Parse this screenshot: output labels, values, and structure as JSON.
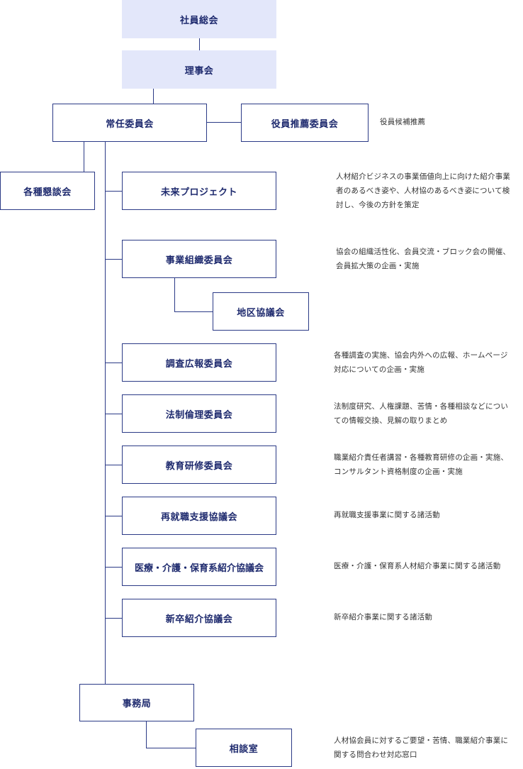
{
  "nodes": {
    "general_meeting": "社員総会",
    "board": "理事会",
    "standing_committee": "常任委員会",
    "nomination_committee": "役員推薦委員会",
    "round_tables": "各種懇談会",
    "future_project": "未来プロジェクト",
    "business_org": "事業組織委員会",
    "district_council": "地区協議会",
    "research_pr": "調査広報委員会",
    "law_ethics": "法制倫理委員会",
    "education": "教育研修委員会",
    "reemployment": "再就職支援協議会",
    "medical_care": "医療・介護・保育系紹介協議会",
    "new_grad": "新卒紹介協議会",
    "secretariat": "事務局",
    "consultation": "相談室"
  },
  "descriptions": {
    "nomination_committee": "役員候補推薦",
    "future_project": "人材紹介ビジネスの事業価値向上に向けた紹介事業\n者のあるべき姿や、人材協のあるべき姿について検\n討し、今後の方針を策定",
    "business_org": "協会の組織活性化、会員交流・ブロック会の開催、\n会員拡大策の企画・実施",
    "research_pr": "各種調査の実施、協会内外への広報、ホームページ\n対応についての企画・実施",
    "law_ethics": "法制度研究、人権課題、苦情・各種相談などについ\nての情報交換、見解の取りまとめ",
    "education": "職業紹介責任者講習・各種教育研修の企画・実施、\nコンサルタント資格制度の企画・実施",
    "reemployment": "再就職支援事業に関する諸活動",
    "medical_care": "医療・介護・保育系人材紹介事業に関する諸活動",
    "new_grad": "新卒紹介事業に関する諸活動",
    "consultation": "人材協会員に対するご要望・苦情、職業紹介事業に\n関する問合わせ対応窓口"
  },
  "colors": {
    "line": "#2b3a86",
    "text": "#1e2a6e",
    "fill": "#e3e7fa"
  }
}
